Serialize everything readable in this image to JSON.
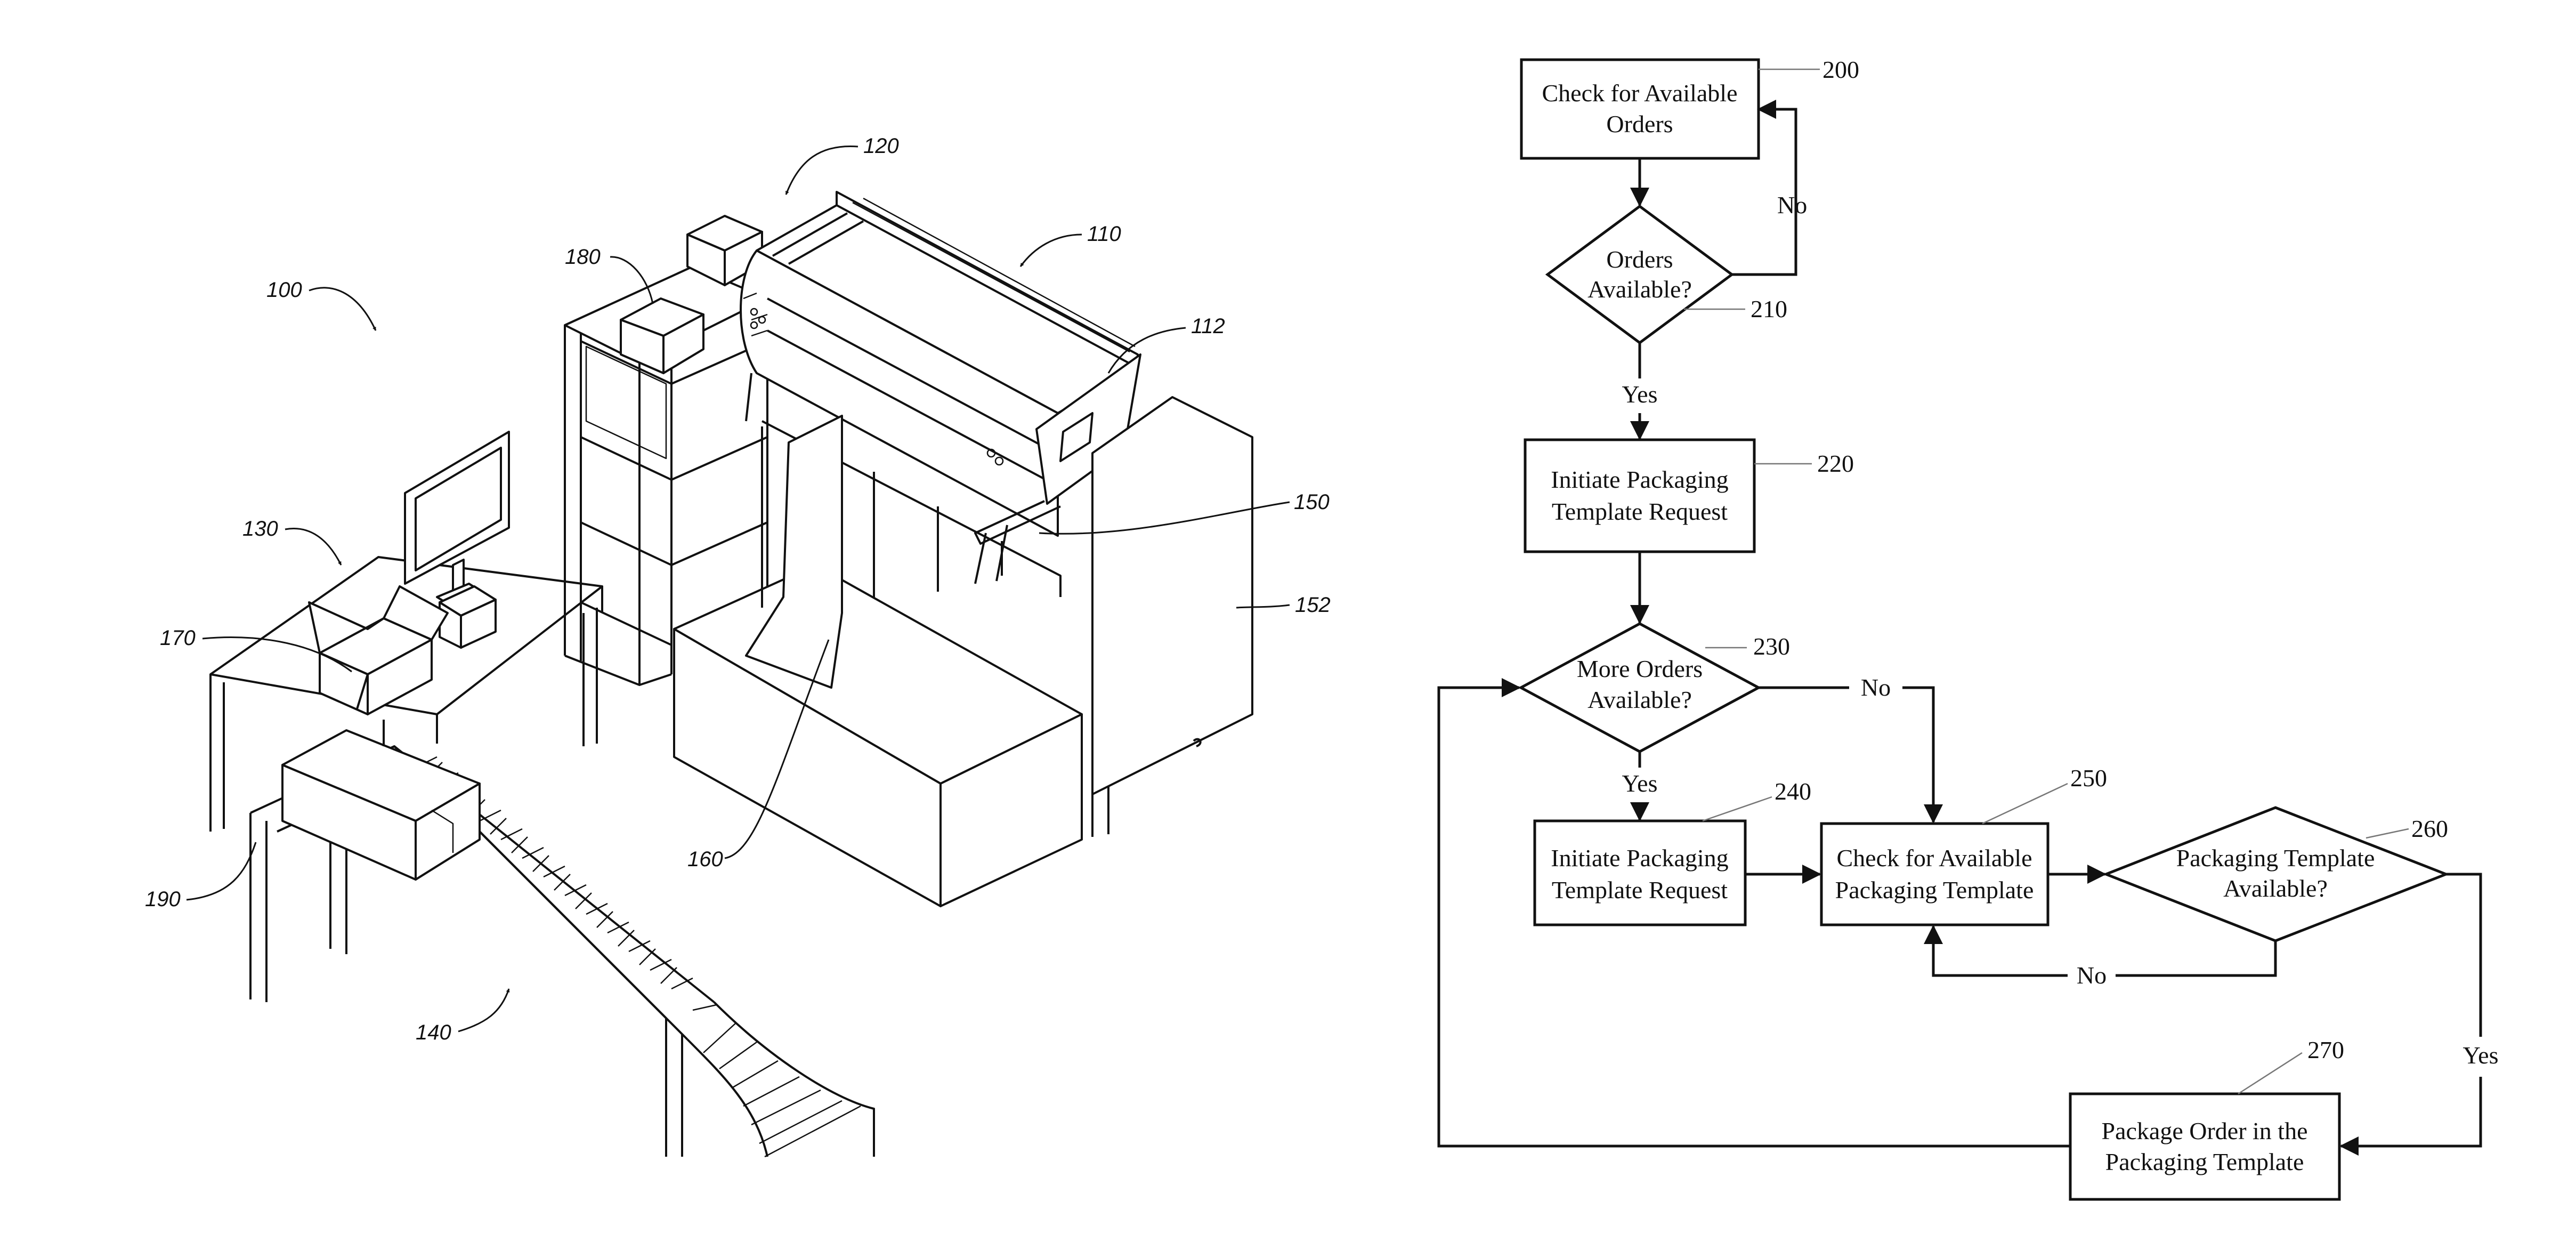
{
  "figure1": {
    "refs": {
      "r100": "100",
      "r110": "110",
      "r112": "112",
      "r120": "120",
      "r130": "130",
      "r140": "140",
      "r150": "150",
      "r152": "152",
      "r160": "160",
      "r170": "170",
      "r180": "180",
      "r190": "190"
    }
  },
  "flowchart": {
    "s200": {
      "line1": "Check for Available",
      "line2": "Orders",
      "ref": "200"
    },
    "s210": {
      "line1": "Orders",
      "line2": "Available?",
      "ref": "210"
    },
    "s220": {
      "line1": "Initiate Packaging",
      "line2": "Template Request",
      "ref": "220"
    },
    "s230": {
      "line1": "More Orders",
      "line2": "Available?",
      "ref": "230"
    },
    "s240": {
      "line1": "Initiate Packaging",
      "line2": "Template Request",
      "ref": "240"
    },
    "s250": {
      "line1": "Check for Available",
      "line2": "Packaging Template",
      "ref": "250"
    },
    "s260": {
      "line1": "Packaging Template",
      "line2": "Available?",
      "ref": "260"
    },
    "s270": {
      "line1": "Package Order in the",
      "line2": "Packaging Template",
      "ref": "270"
    },
    "labels": {
      "no_210": "No",
      "yes_210": "Yes",
      "no_230": "No",
      "yes_230": "Yes",
      "no_260": "No",
      "yes_260": "Yes"
    }
  }
}
